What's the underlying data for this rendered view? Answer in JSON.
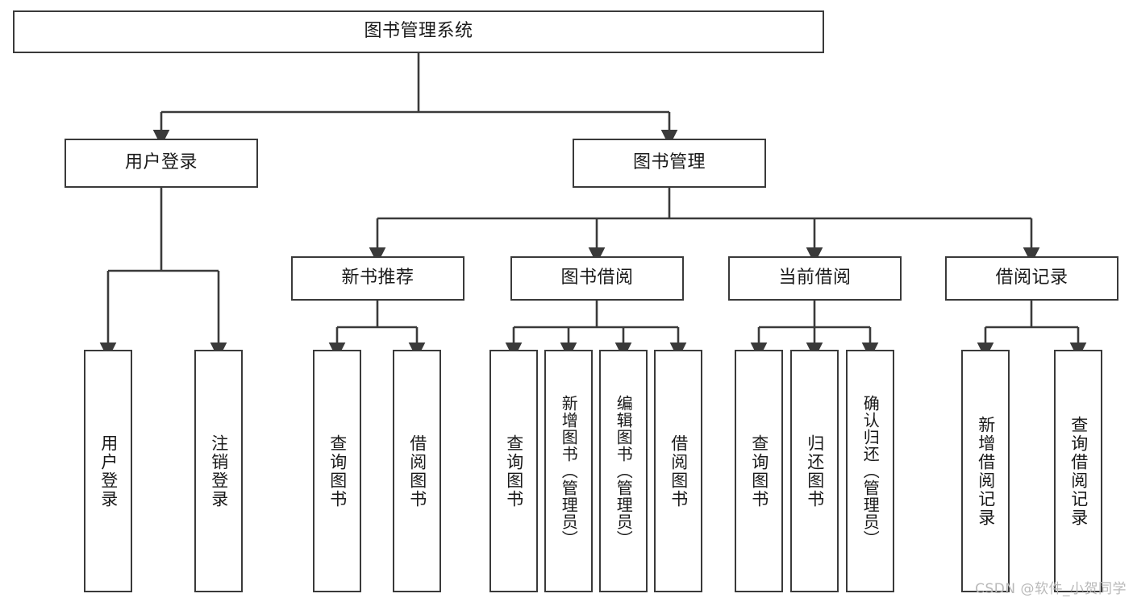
{
  "diagram": {
    "title": "图书管理系统",
    "watermark": "CSDN @软件_小贺同学",
    "stroke_color": "#3a3a3a",
    "text_color": "#1a1a1a",
    "background_color": "#ffffff",
    "watermark_color": "#b9b9b9"
  },
  "nodes": {
    "root": {
      "label": "图书管理系统"
    },
    "level2": {
      "user_login": {
        "label": "用户登录"
      },
      "book_manage": {
        "label": "图书管理"
      }
    },
    "level3": {
      "new_book_recommend": {
        "label": "新书推荐"
      },
      "book_borrow": {
        "label": "图书借阅"
      },
      "current_borrow": {
        "label": "当前借阅"
      },
      "borrow_record": {
        "label": "借阅记录"
      }
    },
    "leaves": {
      "user_login_1": {
        "label": "用户登录"
      },
      "user_login_2": {
        "label": "注销登录"
      },
      "recommend_1": {
        "label": "查询图书"
      },
      "recommend_2": {
        "label": "借阅图书"
      },
      "borrow_1": {
        "label": "查询图书"
      },
      "borrow_2": {
        "label": "新增图书（管理员）"
      },
      "borrow_3": {
        "label": "编辑图书（管理员）"
      },
      "borrow_4": {
        "label": "借阅图书"
      },
      "current_1": {
        "label": "查询图书"
      },
      "current_2": {
        "label": "归还图书"
      },
      "current_3": {
        "label": "确认归还（管理员）"
      },
      "record_1": {
        "label": "新增借阅记录"
      },
      "record_2": {
        "label": "查询借阅记录"
      }
    }
  }
}
